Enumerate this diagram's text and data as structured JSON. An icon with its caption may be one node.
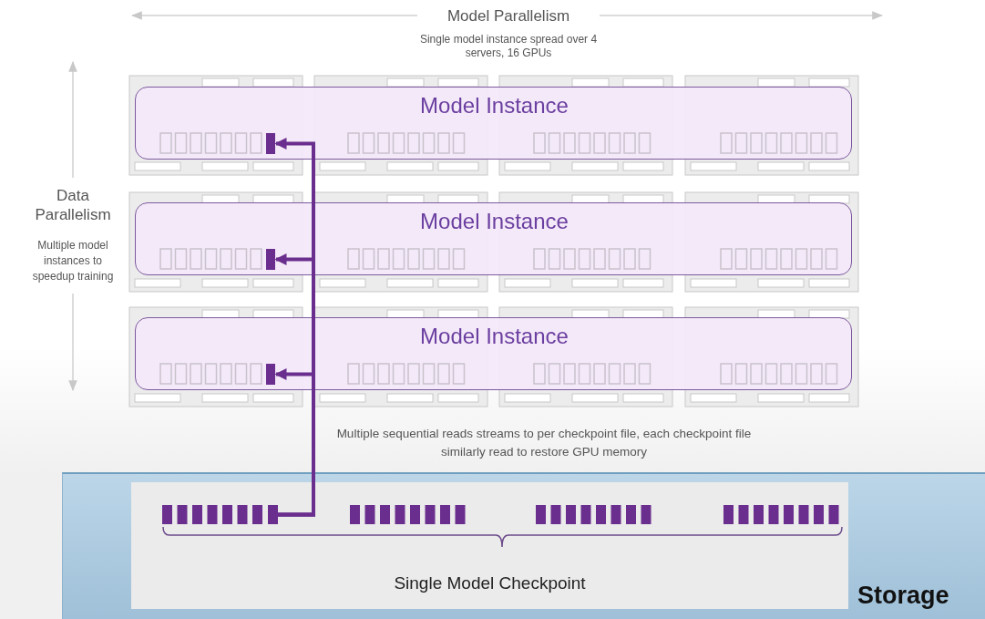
{
  "diagram": {
    "nodes": [
      {
        "text": [
          "Storage"
        ]
      },
      {
        "text": [
          "Single Model Checkpoint"
        ],
        "in": 0
      },
      {
        "text": [],
        "shape": "bar",
        "in": 1
      },
      {
        "text": [
          "Model Instance"
        ]
      },
      {
        "text": [
          "Model Instance"
        ]
      },
      {
        "text": [
          "Model Instance"
        ]
      },
      {
        "text": [],
        "shape": "bar",
        "in": 3
      },
      {
        "text": [],
        "shape": "bar",
        "in": 4
      },
      {
        "text": [],
        "shape": "bar",
        "in": 5
      }
    ],
    "edges": [
      {
        "from": 2,
        "to": 6,
        "arrow": "to"
      },
      {
        "from": 2,
        "to": 7,
        "arrow": "to"
      },
      {
        "from": 2,
        "to": 8,
        "arrow": "to"
      }
    ],
    "labels": [
      "Model Parallelism",
      "Single model instance spread over 4 servers, 16 GPUs",
      "Data Parallelism",
      "Multiple model instances to speedup training",
      "Multiple sequential reads streams to per checkpoint file, each checkpoint file similarly read to restore GPU memory"
    ]
  }
}
